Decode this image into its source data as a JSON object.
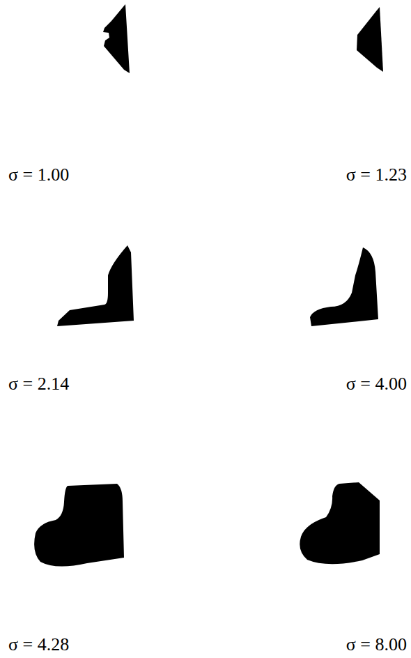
{
  "diagram": {
    "labels": [
      "σ = 1.00",
      "σ = 1.23",
      "σ = 2.14",
      "σ = 4.00",
      "σ = 4.28",
      "σ = 8.00"
    ]
  }
}
